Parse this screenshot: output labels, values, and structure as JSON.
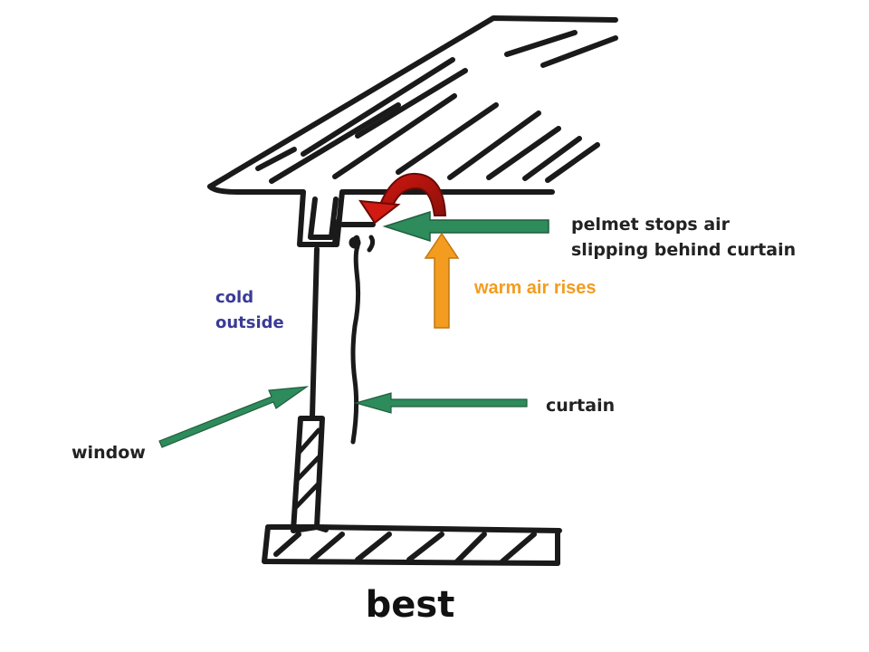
{
  "labels": {
    "pelmet": "pelmet stops air\nslipping behind curtain",
    "warm_air": "warm air rises",
    "cold_outside": "cold\noutside",
    "curtain": "curtain",
    "window": "window",
    "title": "best"
  },
  "colors": {
    "ink": "#1a1a1a",
    "green_arrow": "#2e8b5b",
    "orange_arrow": "#f39c1f",
    "red_arrow": "#d11a12",
    "cold_text": "#3b3b96",
    "warm_text": "#f39c1f"
  }
}
